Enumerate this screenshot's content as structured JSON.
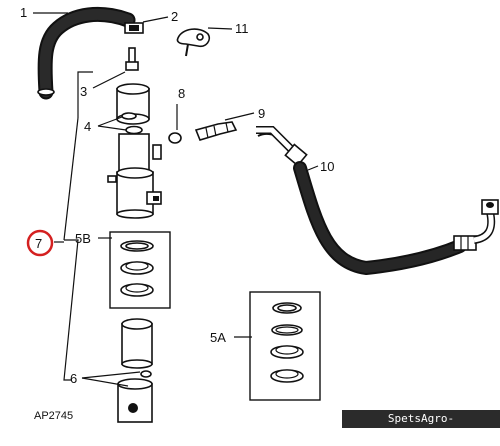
{
  "callouts": {
    "c1": "1",
    "c2": "2",
    "c3": "3",
    "c4": "4",
    "c5A": "5A",
    "c5B": "5B",
    "c6": "6",
    "c7": "7",
    "c8": "8",
    "c9": "9",
    "c10": "10",
    "c11": "11"
  },
  "drawing_number": "AP2745",
  "watermark": "SpetsAgro-tov.agrobiz.net",
  "colors": {
    "line": "#111111",
    "highlight_circle": "#d42020",
    "watermark_bg": "#2b2b2b",
    "watermark_text": "#ffffff"
  }
}
